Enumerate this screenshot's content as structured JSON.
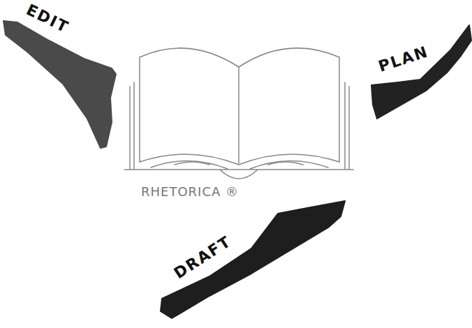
{
  "diagram": {
    "nodes": [
      {
        "text": [
          "EDIT"
        ]
      },
      {
        "text": [
          "PLAN"
        ]
      },
      {
        "text": [
          "DRAFT"
        ]
      }
    ],
    "labels": [
      "RHETORICA ®"
    ]
  }
}
